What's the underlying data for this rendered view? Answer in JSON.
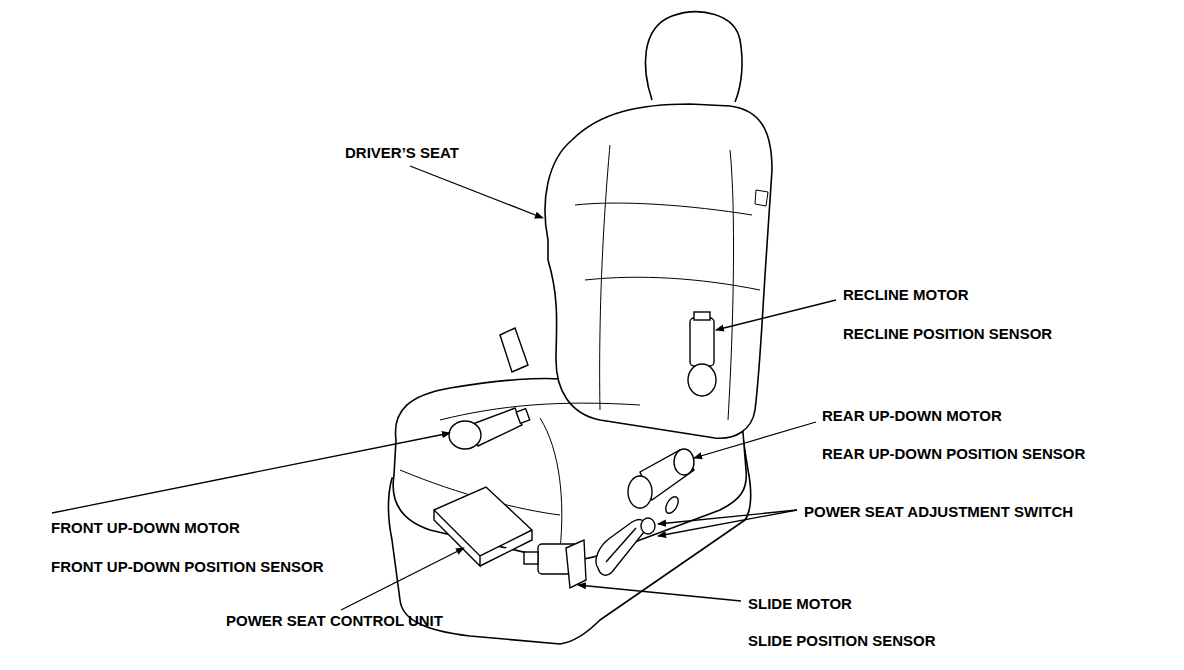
{
  "diagram": {
    "labels": [
      "DRIVER’S SEAT",
      "RECLINE MOTOR",
      "RECLINE POSITION SENSOR",
      "REAR UP-DOWN MOTOR",
      "REAR UP-DOWN POSITION SENSOR",
      "POWER SEAT ADJUSTMENT SWITCH",
      "FRONT UP-DOWN MOTOR",
      "FRONT UP-DOWN POSITION SENSOR",
      "SLIDE MOTOR",
      "SLIDE POSITION SENSOR",
      "POWER SEAT CONTROL UNIT"
    ]
  }
}
